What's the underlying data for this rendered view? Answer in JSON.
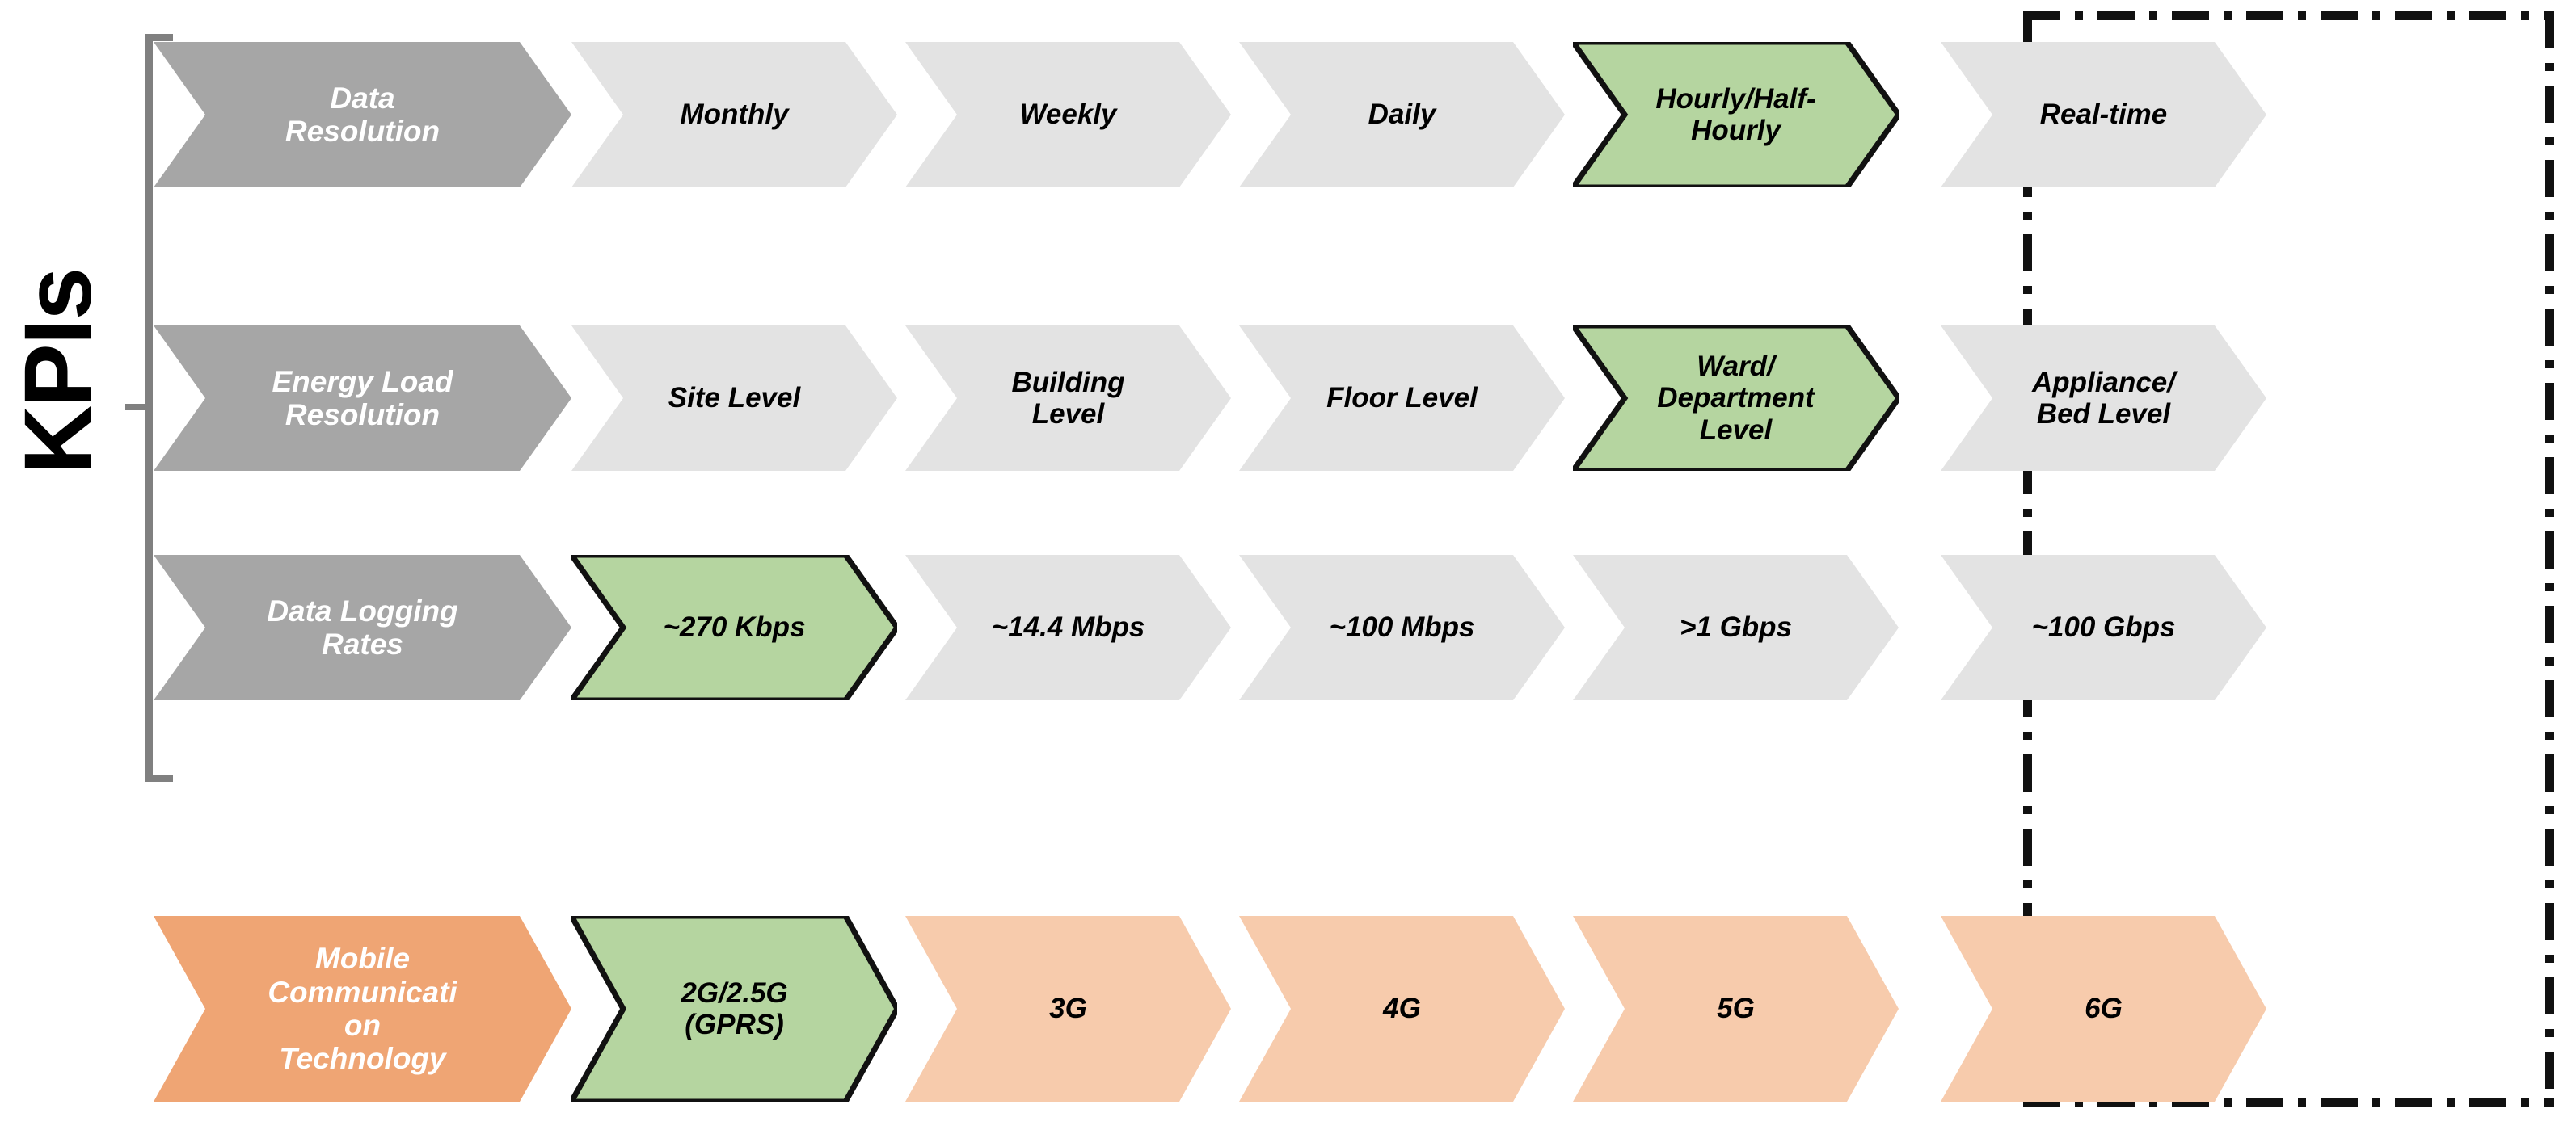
{
  "axis_label": "KPIs",
  "colors": {
    "label_gray": "#A6A6A6",
    "cell_gray": "#E3E3E3",
    "highlight_green": "#B5D5A0",
    "label_orange": "#EFA574",
    "cell_orange": "#F7CBAC",
    "bracket": "#808080",
    "outline": "#111111"
  },
  "rows": [
    {
      "name": "data-resolution",
      "label": "Data\nResolution",
      "cells": [
        {
          "text": "Monthly",
          "state": "normal"
        },
        {
          "text": "Weekly",
          "state": "normal"
        },
        {
          "text": "Daily",
          "state": "normal"
        },
        {
          "text": "Hourly/Half-\nHourly",
          "state": "highlight"
        },
        {
          "text": "Real-time",
          "state": "normal"
        }
      ]
    },
    {
      "name": "energy-load-resolution",
      "label": "Energy Load\nResolution",
      "cells": [
        {
          "text": "Site Level",
          "state": "normal"
        },
        {
          "text": "Building\nLevel",
          "state": "normal"
        },
        {
          "text": "Floor  Level",
          "state": "normal"
        },
        {
          "text": "Ward/\nDepartment\nLevel",
          "state": "highlight"
        },
        {
          "text": "Appliance/\nBed Level",
          "state": "normal"
        }
      ]
    },
    {
      "name": "data-logging-rates",
      "label": "Data Logging\nRates",
      "cells": [
        {
          "text": "~270 Kbps",
          "state": "highlight"
        },
        {
          "text": "~14.4 Mbps",
          "state": "normal"
        },
        {
          "text": "~100 Mbps",
          "state": "normal"
        },
        {
          "text": ">1 Gbps",
          "state": "normal"
        },
        {
          "text": "~100 Gbps",
          "state": "normal"
        }
      ]
    }
  ],
  "bottom_row": {
    "name": "mobile-communication-technology",
    "label": "Mobile\nCommunicati\non\nTechnology",
    "cells": [
      {
        "text": "2G/2.5G\n(GPRS)",
        "state": "highlight"
      },
      {
        "text": "3G",
        "state": "normal"
      },
      {
        "text": "4G",
        "state": "normal"
      },
      {
        "text": "5G",
        "state": "normal"
      },
      {
        "text": "6G",
        "state": "normal"
      }
    ]
  }
}
